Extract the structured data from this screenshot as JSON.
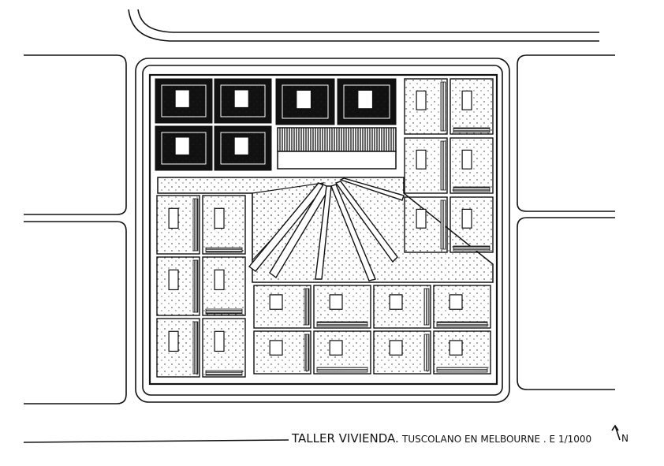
{
  "drawing": {
    "caption_main": "TALLER VIVIENDA.",
    "caption_sub": "TUSCOLANO  EN  MELBOURNE . E 1/1000",
    "north_label": "N",
    "north_icon": "north-arrow",
    "ink_color": "#111111",
    "paper_color": "#ffffff",
    "fill_style": "stipple"
  }
}
